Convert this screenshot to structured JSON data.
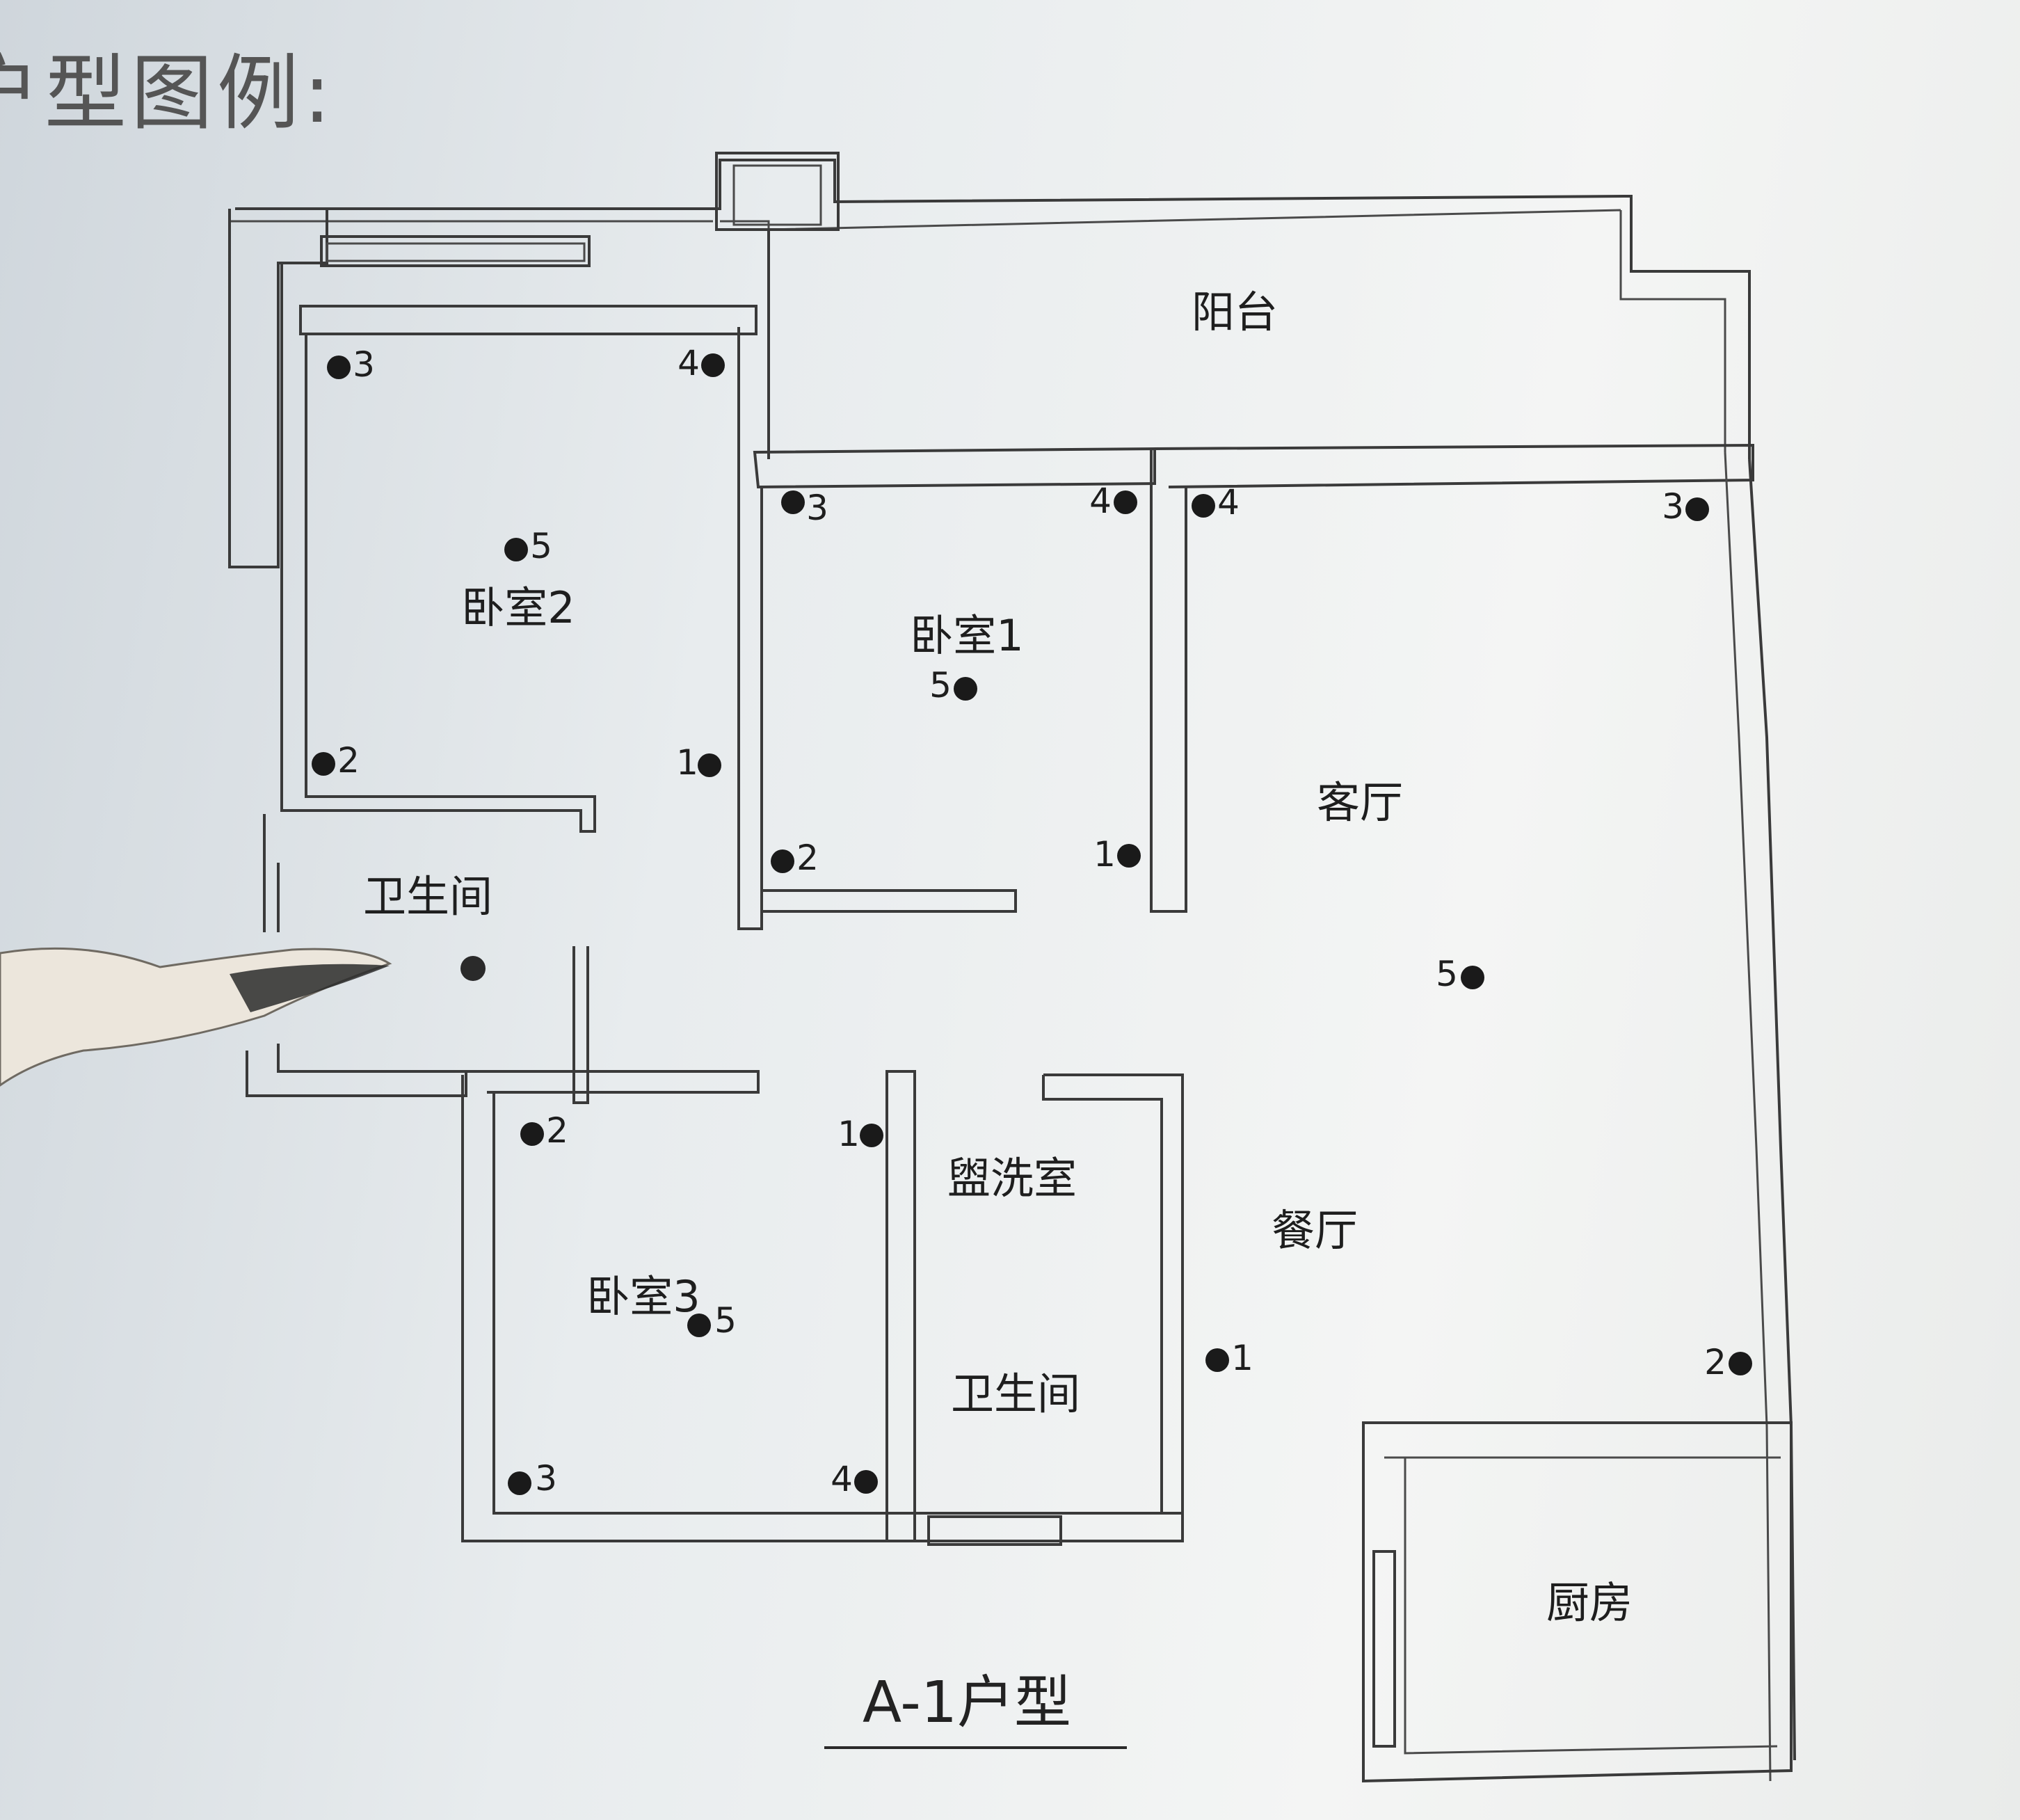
{
  "header": {
    "text": "户型图例:"
  },
  "plan": {
    "caption": "A-1户型",
    "rooms": {
      "balcony": "阳台",
      "bedroom1": "卧室1",
      "bedroom2": "卧室2",
      "bedroom3": "卧室3",
      "bathroom_left": "卫生间",
      "bathroom_lower": "卫生间",
      "washroom": "盥洗室",
      "living_room": "客厅",
      "dining_room": "餐厅",
      "kitchen": "厨房"
    },
    "points": {
      "bedroom2": [
        "3",
        "4",
        "5",
        "2",
        "1"
      ],
      "bedroom1": [
        "3",
        "4",
        "5",
        "2",
        "1"
      ],
      "living": [
        "4",
        "3",
        "5",
        "1",
        "2"
      ],
      "bedroom3": [
        "2",
        "1",
        "5",
        "3",
        "4"
      ]
    }
  }
}
